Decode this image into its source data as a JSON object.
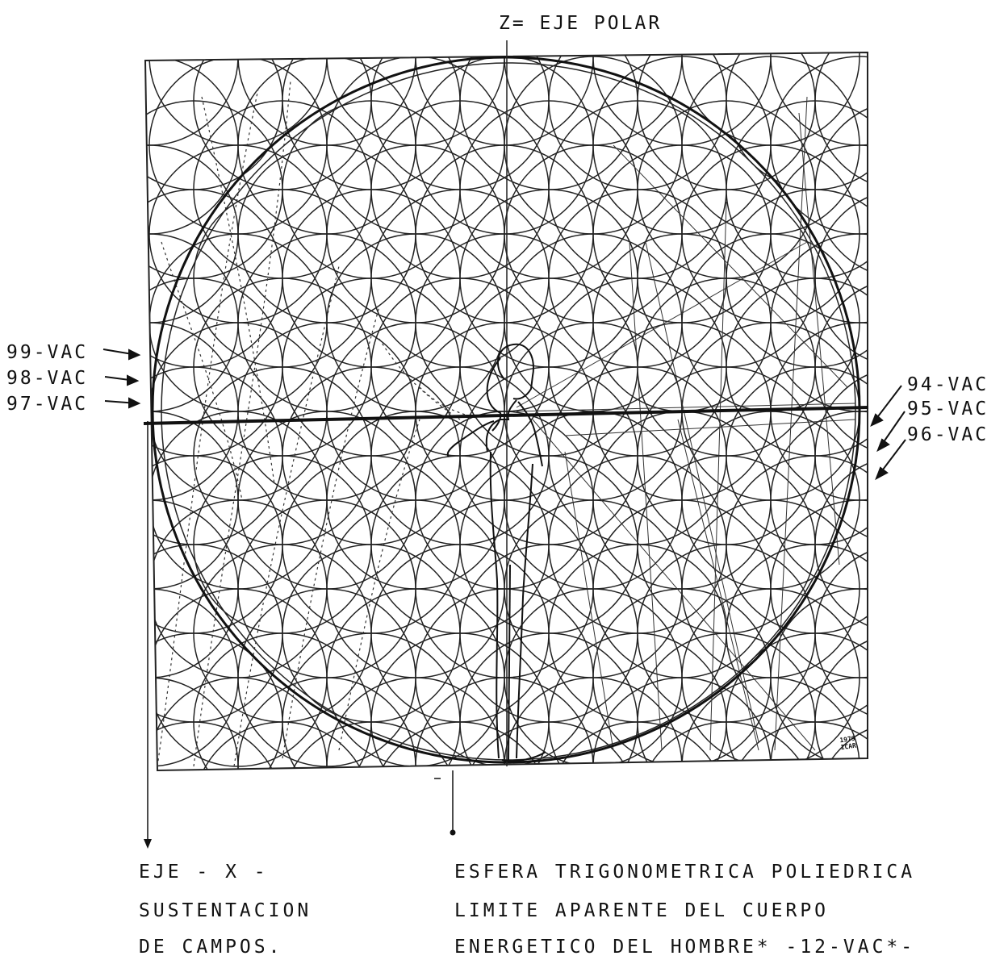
{
  "title": "Z= EJE POLAR",
  "left_labels": [
    "99-VAC",
    "98-VAC",
    "97-VAC"
  ],
  "right_labels": [
    "94-VAC",
    "95-VAC",
    "96-VAC"
  ],
  "caption_left": [
    "EJE - X -",
    "SUSTENTACION",
    "DE CAMPOS."
  ],
  "caption_right": [
    "ESFERA TRIGONOMETRICA POLIEDRICA",
    "LIMITE APARENTE DEL CUERPO",
    "ENERGETICO DEL HOMBRE* -12-VAC*-"
  ],
  "signature": [
    "1979",
    "ICAR"
  ]
}
